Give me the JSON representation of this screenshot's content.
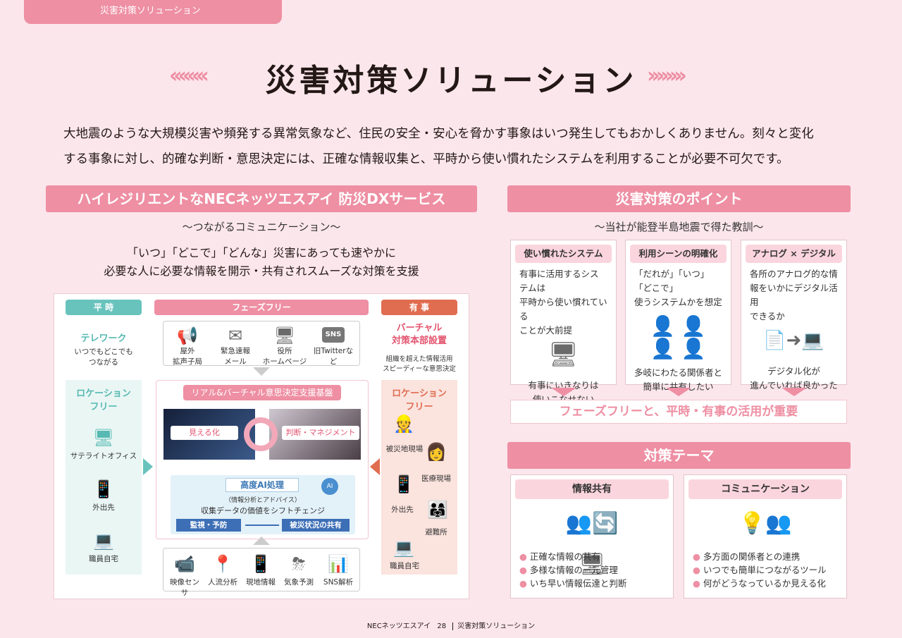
{
  "header_tab": "災害対策ソリューション",
  "title": "災害対策ソリューション",
  "intro": [
    "大地震のような大規模災害や頻発する異常気象など、住民の安全・安心を脅かす事象はいつ発生してもおかしくありません。刻々と変化",
    "する事象に対し、的確な判断・意思決定には、正確な情報収集と、平時から使い慣れたシステムを利用することが必要不可欠です。"
  ],
  "left": {
    "band": "ハイレジリエントなNECネッツエスアイ 防災DXサービス",
    "sub": "～つながるコミュニケーション～",
    "lead": [
      "「いつ」「どこで」「どんな」災害にあっても速やかに",
      "必要な人に必要な情報を開示・共有されスムーズな対策を支援"
    ],
    "pill_heiji": "平 時",
    "pill_phase": "フェーズフリー",
    "pill_yuji": "有 事",
    "telework": "テレワーク",
    "telework_sub": [
      "いつでもどこでも",
      "つながる"
    ],
    "location_free": [
      "ロケーション",
      "フリー"
    ],
    "satellite": "サテライトオフィス",
    "gaishutsu": "外出先",
    "home": "職員自宅",
    "top_icons": [
      {
        "label": [
          "屋外",
          "拡声子局"
        ]
      },
      {
        "label": [
          "緊急速報",
          "メール"
        ]
      },
      {
        "label": [
          "役所",
          "ホームページ"
        ]
      },
      {
        "label": [
          "旧Twitterなど"
        ],
        "badge": "SNS"
      }
    ],
    "platform": "リアル&バーチャル意思決定支援基盤",
    "mieru": "見える化",
    "handan": "判断・マネジメント",
    "ai_title": "高度AI処理",
    "ai_sub": "（情報分析とアドバイス）",
    "ai_main": "収集データの価値をシフトチェンジ",
    "ai_badge": "AI",
    "kanshi": "監視・予防",
    "hisai": "被災状況の共有",
    "bottom_icons": [
      "映像センサ",
      "人流分析",
      "現地情報",
      "気象予測",
      "SNS解析"
    ],
    "virtual": [
      "バーチャル",
      "対策本部設置"
    ],
    "virtual_sub": [
      "組織を超えた情報活用",
      "スピーディーな意思決定"
    ],
    "right_location": [
      "ロケーション",
      "フリー"
    ],
    "hisaichi": "被災地現場",
    "iryo": "医療現場",
    "gaishutsu2": "外出先",
    "hinanjo": "避難所",
    "home2": "職員自宅"
  },
  "right": {
    "band": "災害対策のポイント",
    "sub": "～当社が能登半島地震で得た教訓～",
    "cards": [
      {
        "head": "使い慣れたシステム",
        "text": [
          "有事に活用するシステムは",
          "平時から使い慣れている",
          "ことが大前提"
        ],
        "foot": [
          "有事にいきなりは",
          "使いこなせない"
        ]
      },
      {
        "head": "利用シーンの明確化",
        "text": [
          "「だれが」「いつ」「どこで」",
          "使うシステムかを想定"
        ],
        "foot": [
          "多岐にわたる関係者と",
          "簡単に共有したい"
        ]
      },
      {
        "head": "アナログ × デジタル",
        "text": [
          "各所のアナログ的な情",
          "報をいかにデジタル活用",
          "できるか"
        ],
        "foot": [
          "デジタル化が",
          "進んでいれば良かった"
        ]
      }
    ],
    "conclusion": "フェーズフリーと、平時・有事の活用が重要",
    "theme_band": "対策テーマ",
    "themes": [
      {
        "head": "情報共有",
        "items": [
          "正確な情報の共有",
          "多様な情報の一元管理",
          "いち早い情報伝達と判断"
        ]
      },
      {
        "head": "コミュニケーション",
        "items": [
          "多方面の関係者との連携",
          "いつでも簡単につながるツール",
          "何がどうなっているか見える化"
        ]
      }
    ]
  },
  "footer": {
    "company": "NECネッツエスアイ",
    "page": "28",
    "section": "災害対策ソリューション"
  },
  "colors": {
    "pink": "#ee8fa3",
    "teal": "#69c3bd",
    "orange": "#e06d50"
  }
}
